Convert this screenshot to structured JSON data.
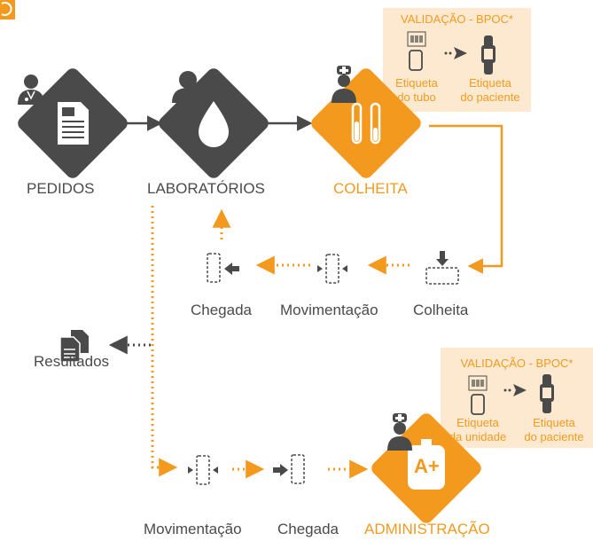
{
  "colors": {
    "orange": "#f39a1e",
    "dark": "#4a4a4a",
    "panel": "#fde9cf",
    "dashed_gray": "#8a8a8a"
  },
  "icons": [
    "doctor-icon",
    "document-icon",
    "person-icon",
    "drop-icon",
    "nurse-icon",
    "test-tubes-icon",
    "barcode-phone-icon",
    "arrow-icon",
    "wristband-icon",
    "tube-icon",
    "files-icon",
    "blood-bag-icon"
  ],
  "nodes": {
    "pedidos": "PEDIDOS",
    "laboratorios": "LABORATÓRIOS",
    "colheita": "COLHEITA",
    "administracao": "ADMINISTRAÇÃO"
  },
  "validation_top": {
    "title": "VALIDAÇÃO - BPOC*",
    "left_line1": "Etiqueta",
    "left_line2": "do tubo",
    "right_line1": "Etiqueta",
    "right_line2": "do paciente"
  },
  "validation_bottom": {
    "title": "VALIDAÇÃO - BPOC*",
    "left_line1": "Etiqueta",
    "left_line2": "da unidade",
    "right_line1": "Etiqueta",
    "right_line2": "do paciente"
  },
  "middle_steps": {
    "chegada": "Chegada",
    "movimentacao": "Movimentação",
    "colheita": "Colheita"
  },
  "resultados": "Resultados",
  "bottom_steps": {
    "movimentacao": "Movimentação",
    "chegada": "Chegada"
  },
  "blood_bag_text": "A+"
}
